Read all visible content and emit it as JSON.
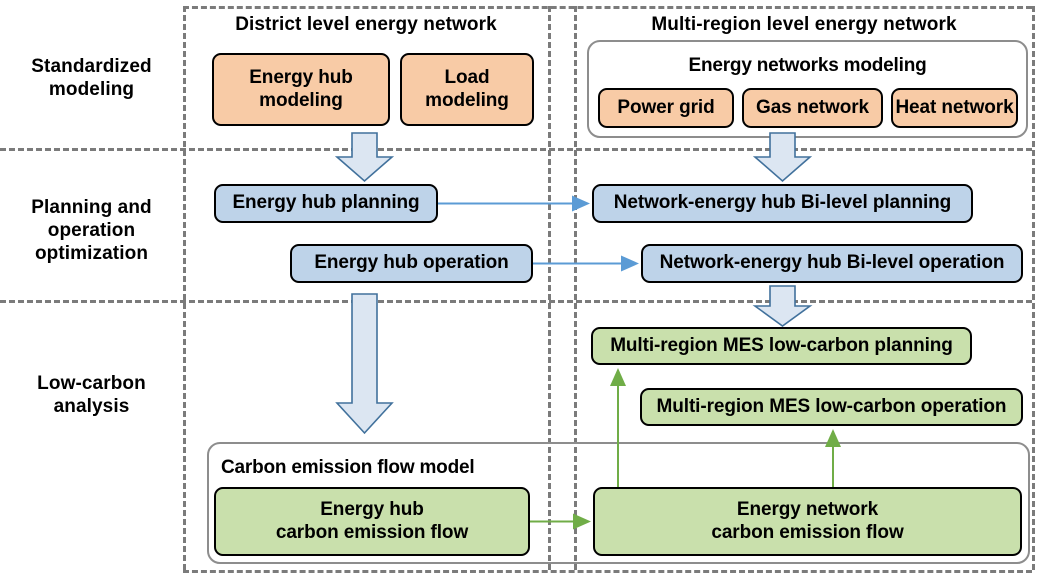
{
  "figure": {
    "rows": [
      {
        "id": "standardized-modeling",
        "label": "Standardized\nmodeling"
      },
      {
        "id": "planning-operation",
        "label": "Planning and\noperation\noptimization"
      },
      {
        "id": "low-carbon",
        "label": "Low-carbon\nanalysis"
      }
    ],
    "columns": [
      {
        "id": "district",
        "caption": "District level energy network"
      },
      {
        "id": "multi-region",
        "caption": "Multi-region  level energy network"
      }
    ],
    "colors": {
      "orange": "#f8cba6",
      "blue": "#bed3e9",
      "green": "#c9e0ac",
      "dashed_frame": "#7b7b7b",
      "group_border": "#8d8d8d",
      "blue_arrow": "#5b9bd5",
      "green_arrow": "#70ad47",
      "block_arrow_fill": "#dce6f2",
      "block_arrow_stroke": "#41719c",
      "node_border": "#000000",
      "text": "#000000"
    },
    "nodes": [
      {
        "id": "energy-hub-modeling",
        "label": "Energy hub\nmodeling",
        "color": "orange"
      },
      {
        "id": "load-modeling",
        "label": "Load\nmodeling",
        "color": "orange"
      },
      {
        "id": "power-grid",
        "label": "Power grid",
        "color": "orange"
      },
      {
        "id": "gas-network",
        "label": "Gas network",
        "color": "orange"
      },
      {
        "id": "heat-network",
        "label": "Heat network",
        "color": "orange"
      },
      {
        "id": "energy-hub-planning",
        "label": "Energy hub planning",
        "color": "blue"
      },
      {
        "id": "energy-hub-operation",
        "label": "Energy hub operation",
        "color": "blue"
      },
      {
        "id": "network-energy-hub-bilevel-planning",
        "label": "Network-energy hub Bi-level planning",
        "color": "blue"
      },
      {
        "id": "network-energy-hub-bilevel-operation",
        "label": "Network-energy hub Bi-level operation",
        "color": "blue"
      },
      {
        "id": "mr-mes-low-carbon-planning",
        "label": "Multi-region MES low-carbon planning",
        "color": "green"
      },
      {
        "id": "mr-mes-low-carbon-operation",
        "label": "Multi-region MES low-carbon operation",
        "color": "green"
      },
      {
        "id": "energy-hub-carbon-emission-flow",
        "label": "Energy hub\ncarbon emission flow",
        "color": "green"
      },
      {
        "id": "energy-network-carbon-emission-flow",
        "label": "Energy network\ncarbon emission flow",
        "color": "green"
      }
    ],
    "groups": [
      {
        "id": "energy-networks-modeling",
        "title": "Energy networks modeling"
      },
      {
        "id": "carbon-emission-flow-model",
        "title": "Carbon emission flow model"
      }
    ],
    "labels": {
      "row_standardized": "Standardized",
      "row_standardized_2": "modeling",
      "row_planning": "Planning and",
      "row_planning_2": "operation",
      "row_planning_3": "optimization",
      "row_lowcarbon": "Low-carbon",
      "row_lowcarbon_2": "analysis",
      "col_district": "District level energy network",
      "col_multiregion": "Multi-region  level energy network",
      "energy_hub_modeling_l1": "Energy hub",
      "energy_hub_modeling_l2": "modeling",
      "load_modeling_l1": "Load",
      "load_modeling_l2": "modeling",
      "energy_networks_modeling": "Energy networks modeling",
      "power_grid": "Power grid",
      "gas_network": "Gas network",
      "heat_network": "Heat network",
      "energy_hub_planning": "Energy hub planning",
      "energy_hub_operation": "Energy hub operation",
      "nw_eh_bilevel_planning": "Network-energy hub Bi-level planning",
      "nw_eh_bilevel_operation": "Network-energy hub Bi-level operation",
      "mr_mes_planning": "Multi-region MES low-carbon planning",
      "mr_mes_operation": "Multi-region MES low-carbon operation",
      "carbon_emission_flow_model": "Carbon emission flow model",
      "eh_cef_l1": "Energy hub",
      "eh_cef_l2": "carbon emission flow",
      "en_cef_l1": "Energy network",
      "en_cef_l2": "carbon emission flow"
    }
  }
}
